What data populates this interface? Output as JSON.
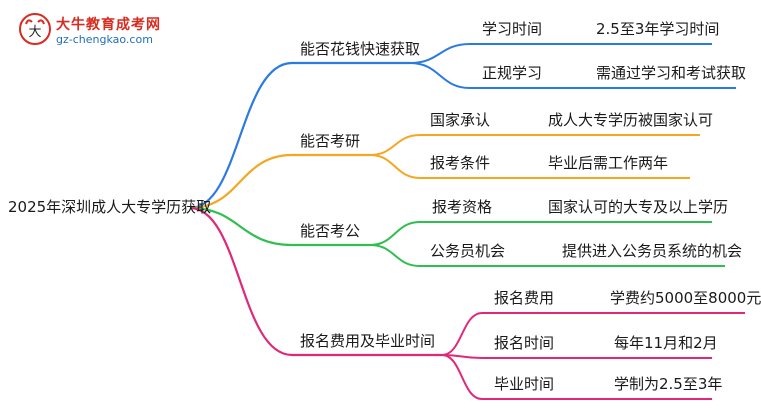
{
  "logo": {
    "title": "大牛教育成考网",
    "url": "gz-chengkao.com"
  },
  "root": "2025年深圳成人大专学历获取",
  "branches": [
    {
      "label": "能否花钱快速获取",
      "color": "#2a7ae2",
      "children": [
        {
          "key": "学习时间",
          "value": "2.5至3年学习时间"
        },
        {
          "key": "正规学习",
          "value": "需通过学习和考试获取"
        }
      ]
    },
    {
      "label": "能否考研",
      "color": "#f5a623",
      "children": [
        {
          "key": "国家承认",
          "value": "成人大专学历被国家认可"
        },
        {
          "key": "报考条件",
          "value": "毕业后需工作两年"
        }
      ]
    },
    {
      "label": "能否考公",
      "color": "#2fbf4f",
      "children": [
        {
          "key": "报考资格",
          "value": "国家认可的大专及以上学历"
        },
        {
          "key": "公务员机会",
          "value": "提供进入公务员系统的机会"
        }
      ]
    },
    {
      "label": "报名费用及毕业时间",
      "color": "#e0287a",
      "children": [
        {
          "key": "报名费用",
          "value": "学费约5000至8000元"
        },
        {
          "key": "报名时间",
          "value": "每年11月和2月"
        },
        {
          "key": "毕业时间",
          "value": "学制为2.5至3年"
        }
      ]
    }
  ]
}
